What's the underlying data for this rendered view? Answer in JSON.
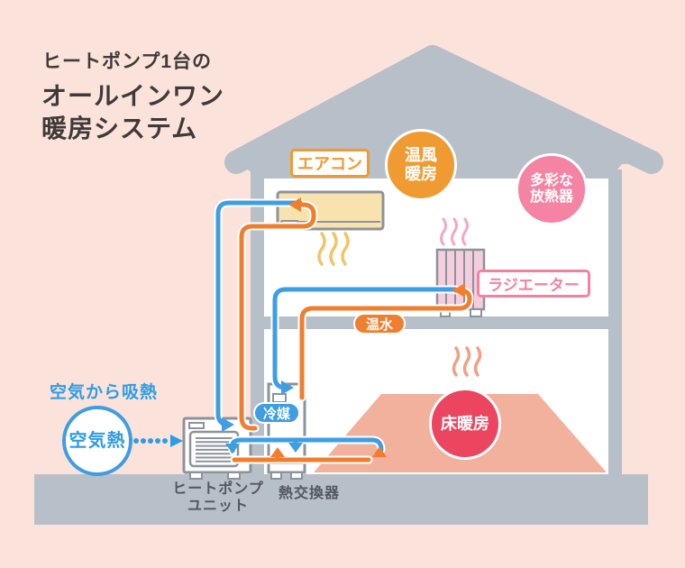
{
  "title": {
    "line1": "ヒートポンプ1台の",
    "line2": "オールインワン",
    "line3": "暖房システム"
  },
  "house": {
    "aircon_label": "エアコン",
    "warm_air": {
      "line1": "温風",
      "line2": "暖房"
    },
    "various_radiators": {
      "line1": "多彩な",
      "line2": "放熱器"
    },
    "radiator_label": "ラジエーター",
    "hot_water_label": "温水",
    "floor_heating_label": "床暖房"
  },
  "outdoor": {
    "absorb_heat_label": "空気から吸熱",
    "air_heat_label": "空気熱",
    "refrigerant_label": "冷媒",
    "heat_pump_unit": {
      "line1": "ヒートポンプ",
      "line2": "ユニット"
    },
    "heat_exchanger_label": "熱交換器"
  },
  "colors": {
    "background": "#FBE3DB",
    "structure_gray": "#B7BFC8",
    "unit_outline": "#8D939C",
    "pipe_blue": "#3E9EE3",
    "pipe_orange": "#F07E2E",
    "accent_orange": "#F09A32",
    "accent_pink": "#F583A3",
    "accent_red": "#EB4560",
    "floor_salmon": "#F2B19D",
    "aircon_cream": "#F8E3AE",
    "radiator_pink": "#F5CEDD",
    "text_dark": "#3E3A39",
    "text_blue": "#2E9CE4",
    "ground_text": "#53575E"
  }
}
